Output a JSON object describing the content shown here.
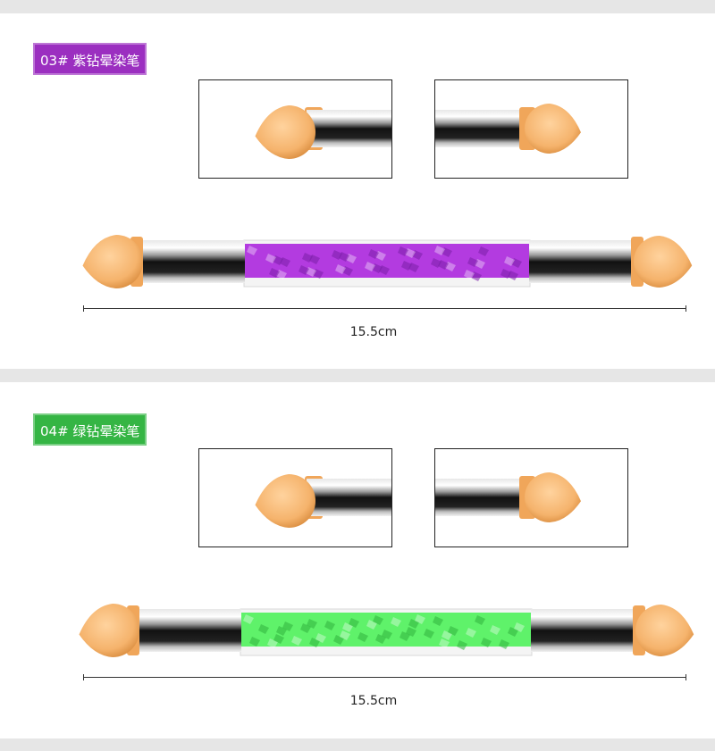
{
  "products": [
    {
      "tag": "03# 紫钻晕染笔",
      "tag_color": "#9b2fc0",
      "crystal_color": "#b33be0",
      "crystal_shade": "#7a1fa8",
      "length_label": "15.5cm"
    },
    {
      "tag": "04# 绿钻晕染笔",
      "tag_color": "#35b544",
      "crystal_color": "#5ff26a",
      "crystal_shade": "#2fb23c",
      "length_label": "15.5cm"
    }
  ],
  "sponge_color": "#f5b36c",
  "ferrule_color": "#f0a65a",
  "icons": [
    "sponge-tip-icon",
    "metal-ferrule-icon",
    "crystal-handle-icon"
  ]
}
